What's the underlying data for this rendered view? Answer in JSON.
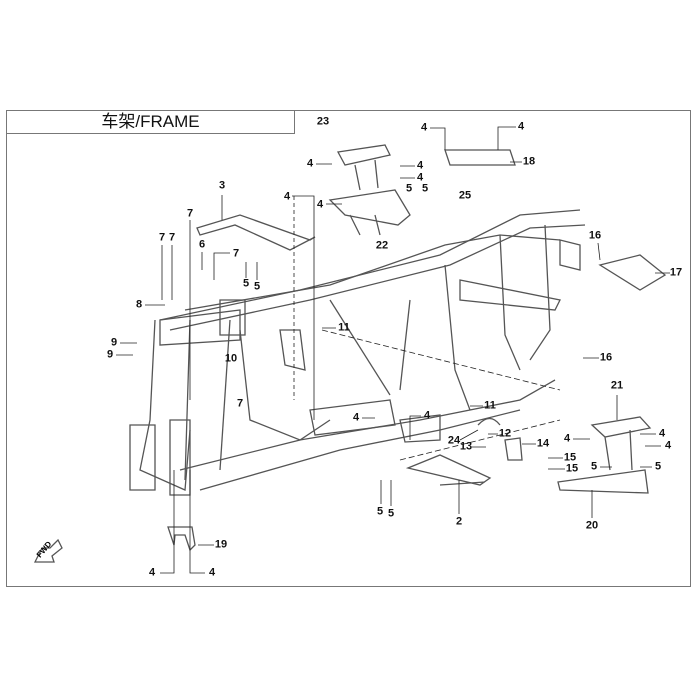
{
  "title": "车架/FRAME",
  "fwd_label": "FWD",
  "callouts": [
    "23",
    "4",
    "4",
    "4",
    "5",
    "5",
    "4",
    "4",
    "22",
    "3",
    "7",
    "7",
    "7",
    "6",
    "7",
    "5",
    "5",
    "8",
    "9",
    "9",
    "10",
    "11",
    "4",
    "4",
    "18",
    "25",
    "16",
    "17",
    "16",
    "21",
    "11",
    "12",
    "24",
    "13",
    "14",
    "15",
    "15",
    "4",
    "4",
    "4",
    "5",
    "5",
    "20",
    "2",
    "5",
    "5",
    "4",
    "4",
    "19",
    "4",
    "4",
    "7"
  ]
}
